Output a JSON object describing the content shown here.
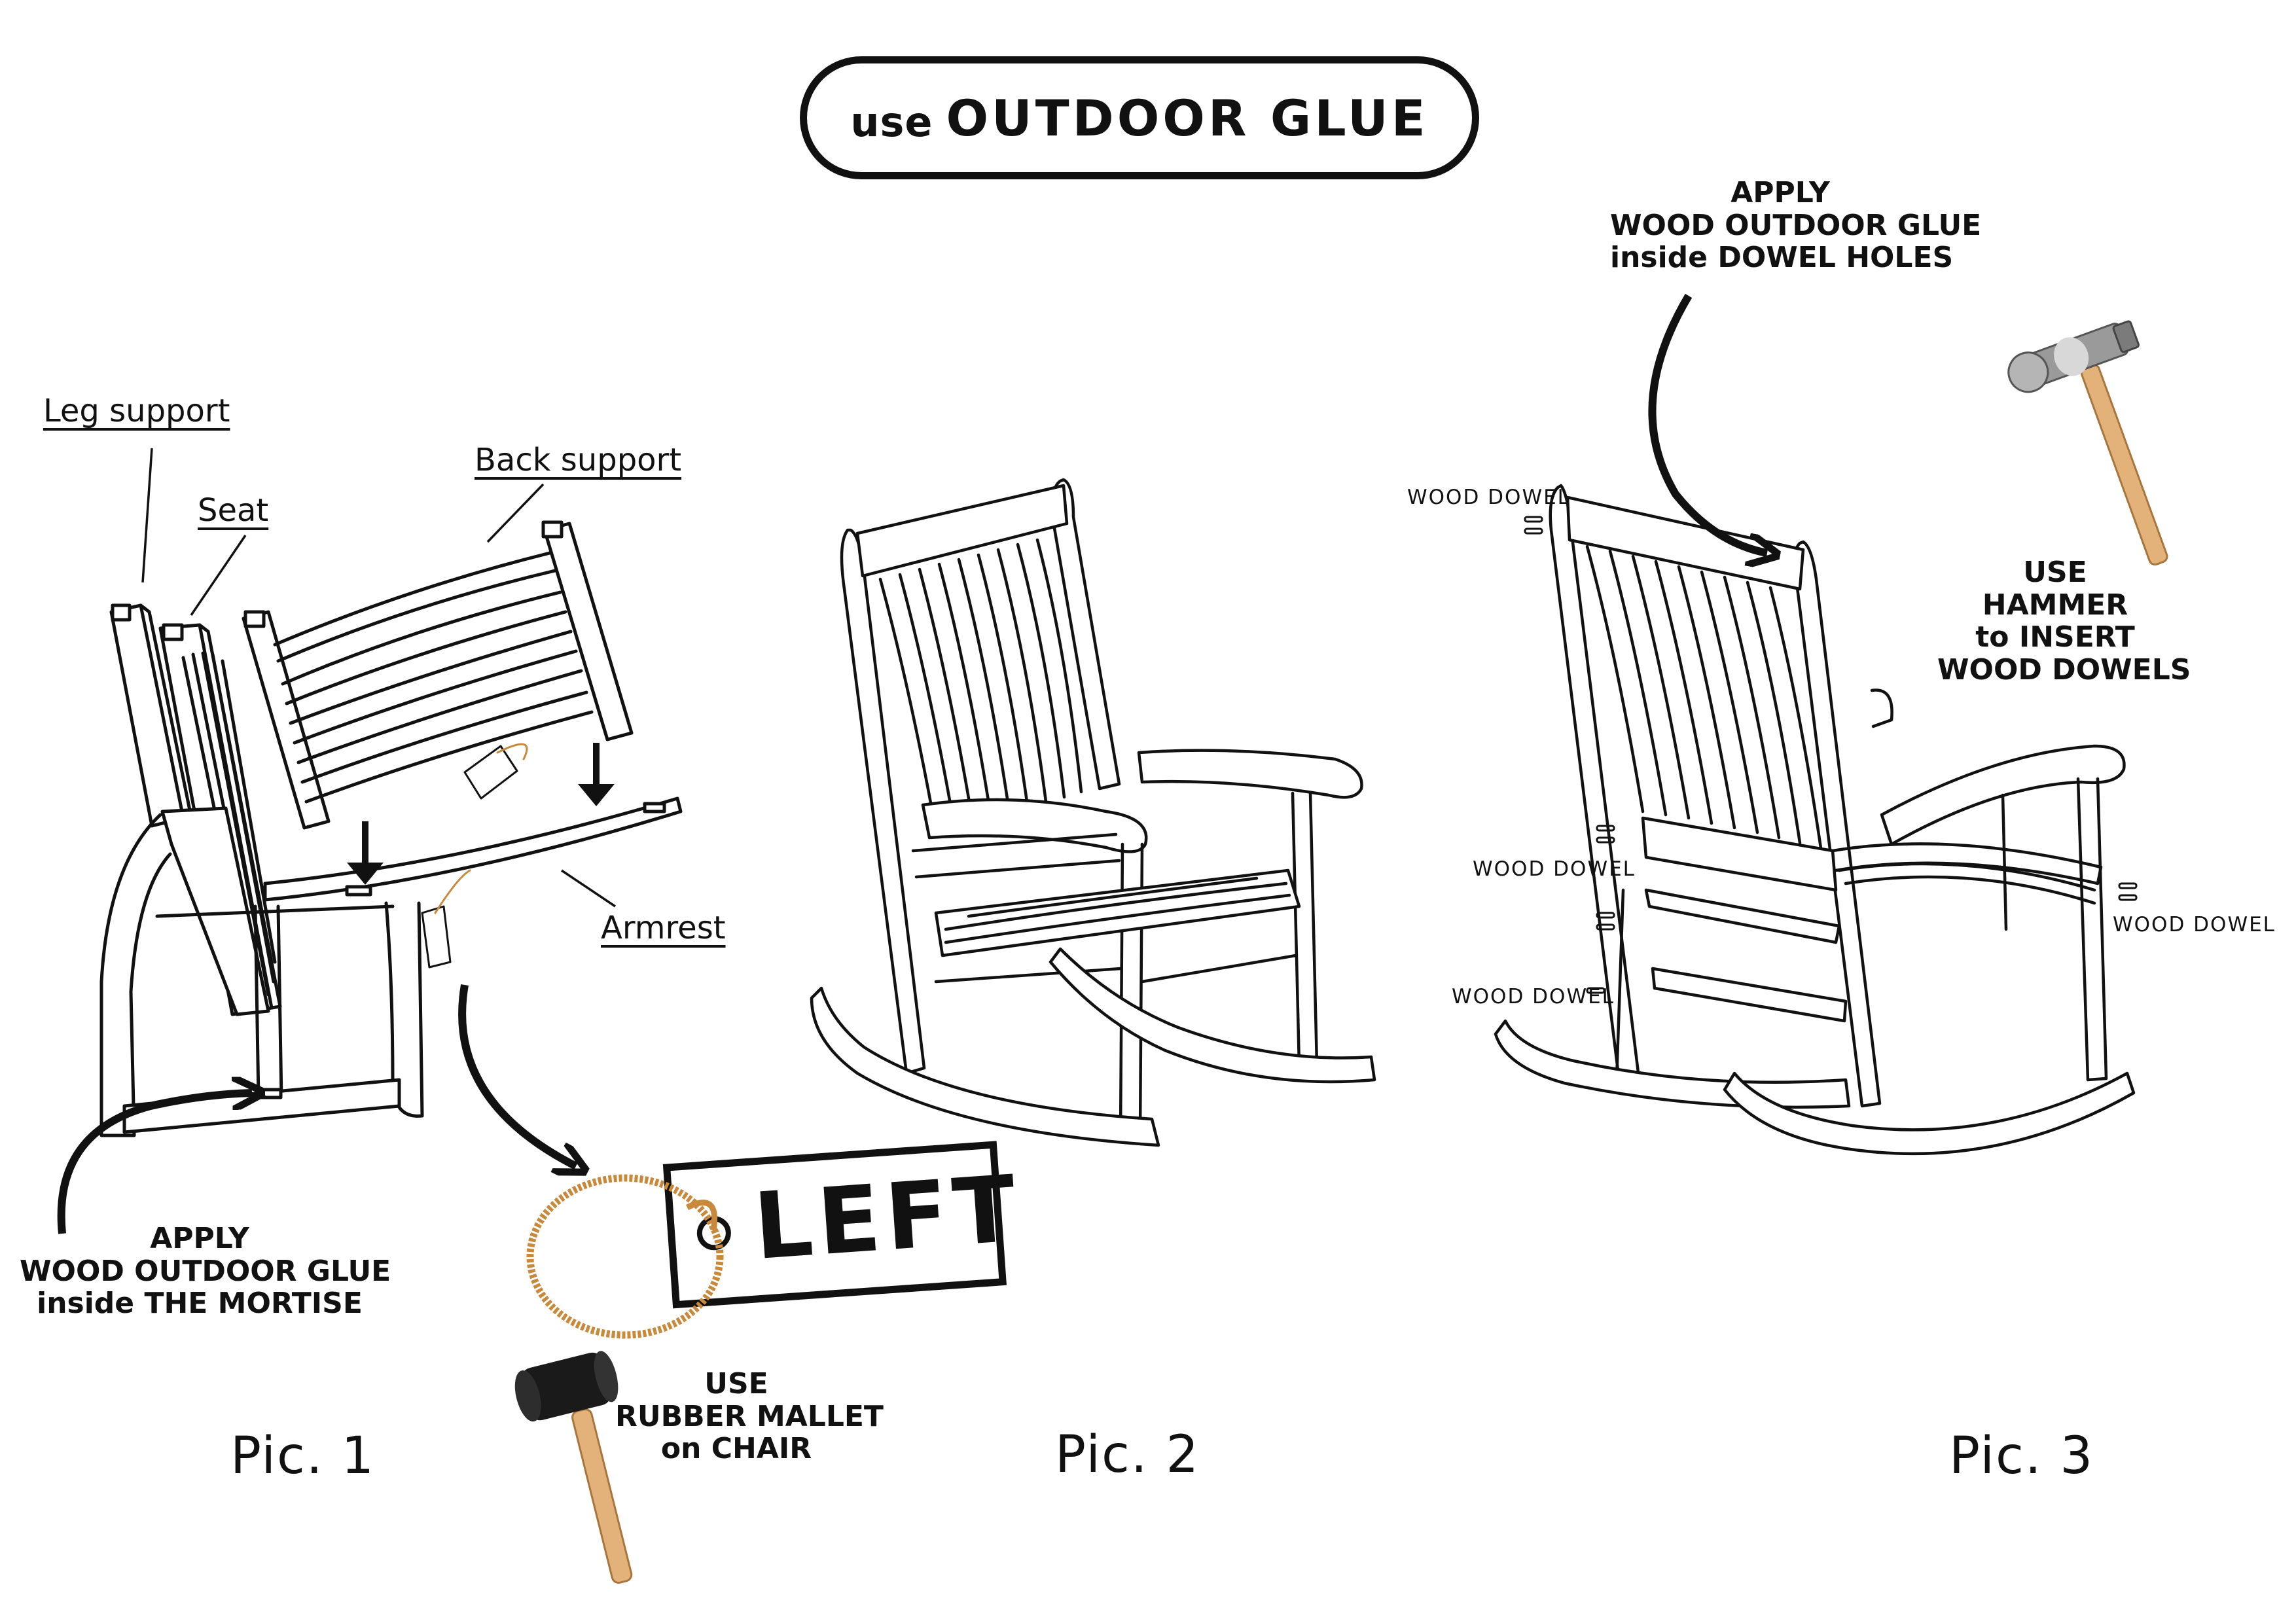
{
  "header": {
    "title_prefix": "use",
    "title_main": "OUTDOOR GLUE"
  },
  "pic1": {
    "labels": {
      "leg_support": "Leg support",
      "seat": "Seat",
      "back_support": "Back support",
      "armrest": "Armrest"
    },
    "glue_note": [
      "APPLY",
      "WOOD OUTDOOR GLUE",
      "inside THE MORTISE"
    ],
    "tag_text": "LEFT",
    "mallet_note": [
      "USE",
      "RUBBER MALLET",
      "on CHAIR"
    ],
    "caption": "Pic. 1"
  },
  "pic2": {
    "caption": "Pic. 2"
  },
  "pic3": {
    "glue_note": [
      "APPLY",
      "WOOD OUTDOOR GLUE",
      "inside DOWEL HOLES"
    ],
    "hammer_note": [
      "USE",
      "HAMMER",
      "to INSERT",
      "WOOD DOWELS"
    ],
    "dowel_label": "WOOD DOWEL",
    "caption": "Pic. 3"
  },
  "colors": {
    "ink": "#111111",
    "rope": "#c8893a",
    "wood": "#e2b27a",
    "mallet_head": "#1a1a1a",
    "hammer_head": "#9a9a9a"
  }
}
